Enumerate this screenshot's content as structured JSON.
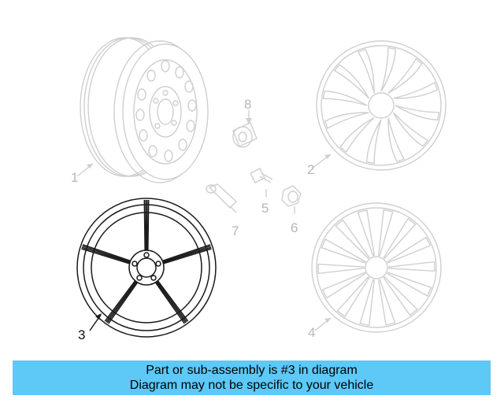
{
  "callouts": {
    "p1": "1",
    "p2": "2",
    "p3": "3",
    "p4": "4",
    "p5": "5",
    "p6": "6",
    "p7": "7",
    "p8": "8"
  },
  "banner": {
    "line1": "Part or sub-assembly is #3 in diagram",
    "line2": "Diagram may not be specific to your vehicle",
    "background": "#5ec8f6"
  },
  "highlight_part": "3"
}
